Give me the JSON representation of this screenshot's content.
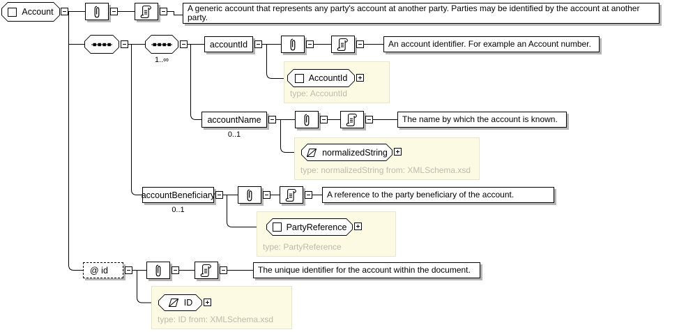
{
  "root": {
    "label": "Account",
    "documentation": "A generic account that represents any party's account at another party. Parties may be identified by the account at another party."
  },
  "content": {
    "outer_compositor": "sequence",
    "inner_compositor": "sequence",
    "inner_sequence_occurs": "1..∞"
  },
  "elements": {
    "account_id": {
      "label": "accountId",
      "documentation": "An account identifier. For example an Account number.",
      "type": {
        "label": "AccountId",
        "caption": "type: AccountId"
      }
    },
    "account_name": {
      "label": "accountName",
      "occurs": "0..1",
      "documentation": "The name by which the account is known.",
      "type": {
        "label": "normalizedString",
        "caption": "type: normalizedString from: XMLSchema.xsd"
      }
    },
    "account_beneficiary": {
      "label": "accountBeneficiary",
      "occurs": "0..1",
      "documentation": "A reference to the party beneficiary of the account.",
      "type": {
        "label": "PartyReference",
        "caption": "type: PartyReference"
      }
    }
  },
  "attributes": {
    "id": {
      "label": "@ id",
      "documentation": "The unique identifier for the account within the document.",
      "type": {
        "label": "ID",
        "caption": "type: ID from: XMLSchema.xsd"
      }
    }
  },
  "icons": {
    "element": "square-icon",
    "simple_type": "slash-parallelogram-icon",
    "sequence": "sequence-dots-icon",
    "annotation": "paperclip-icon",
    "documentation": "scroll-icon",
    "collapse": "minus-icon",
    "expand": "plus-icon"
  },
  "colors": {
    "background": "#ffffff",
    "box_border": "#000000",
    "box_shadow": "#b5b5b5",
    "panel_background": "#fcfae3",
    "panel_border": "#e9e5c9",
    "type_caption_text": "#bdbcab"
  }
}
